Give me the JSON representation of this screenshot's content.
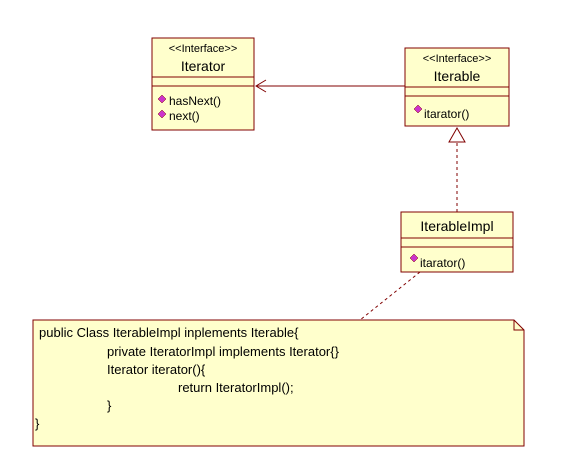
{
  "diagram": {
    "classes": {
      "iterator": {
        "stereotype": "<<Interface>>",
        "name": "Iterator",
        "operations": [
          "hasNext()",
          "next()"
        ]
      },
      "iterable": {
        "stereotype": "<<Interface>>",
        "name": "Iterable",
        "operations": [
          "itarator()"
        ]
      },
      "iterable_impl": {
        "name": "IterableImpl",
        "operations": [
          "itarator()"
        ]
      }
    },
    "note": {
      "lines": [
        "public Class IterableImpl inplements Iterable{",
        "private IteratorImpl implements Iterator{}",
        "Iterator iterator(){",
        "return IteratorImpl();",
        "}",
        "}"
      ]
    },
    "colors": {
      "box_fill": "#ffffcc",
      "box_border": "#800000",
      "line": "#800000",
      "operation_icon": "#cc33cc",
      "note_fill": "#ffffcc"
    }
  }
}
